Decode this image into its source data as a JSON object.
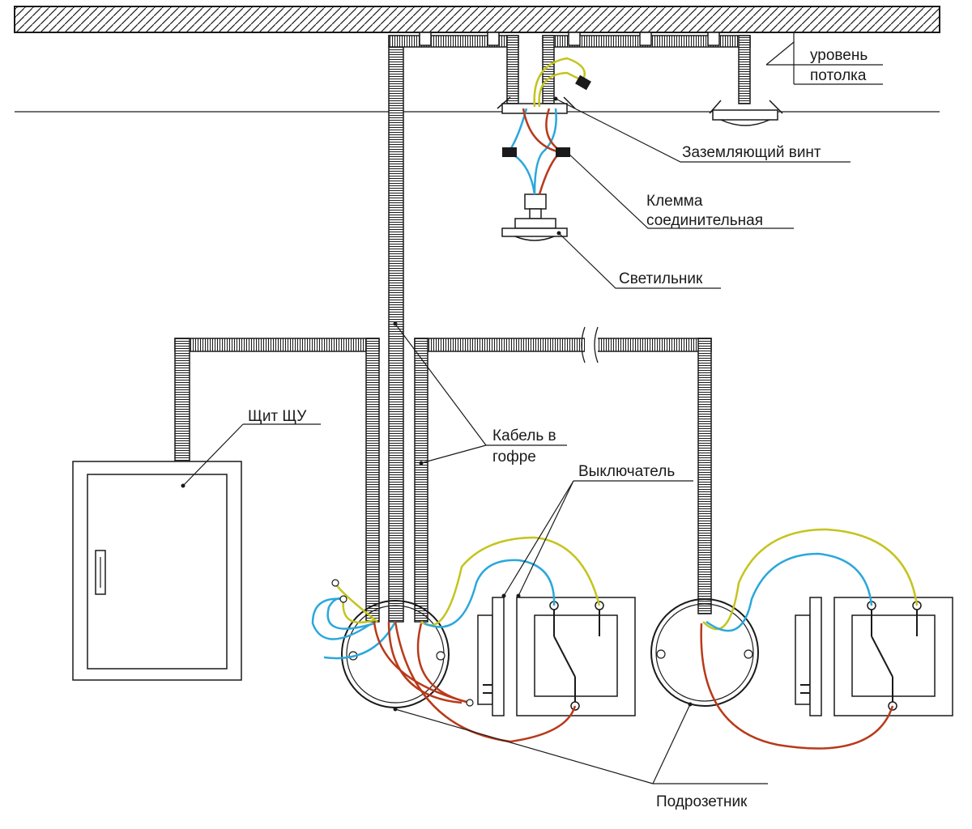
{
  "labels": {
    "ceiling_level_1": "уровень",
    "ceiling_level_2": "потолка",
    "grounding_screw": "Заземляющий винт",
    "terminal_1": "Клемма",
    "terminal_2": "соединительная",
    "luminaire": "Светильник",
    "panel": "Щит ЩУ",
    "cable_1": "Кабель в",
    "cable_2": "гофре",
    "switch": "Выключатель",
    "junction_box": "Подрозетник"
  },
  "colors": {
    "line": "#1a1a1a",
    "phase": "#b83a1a",
    "neutral": "#2aa7dc",
    "ground": "#c4c41e"
  }
}
